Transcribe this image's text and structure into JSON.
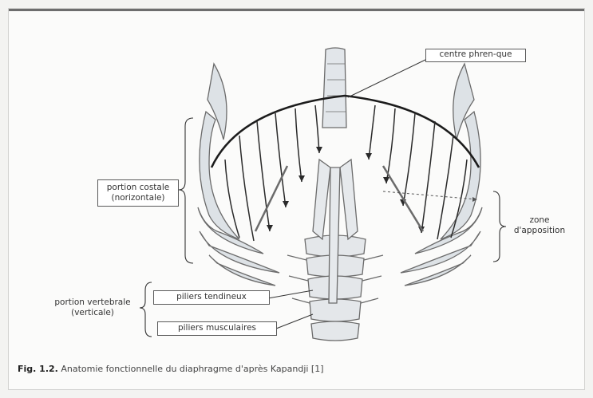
{
  "labels": {
    "centre_phrenique": "centre phren-que",
    "portion_costale": "portion costale\n(norizontale)",
    "zone_apposition": "zone\nd'apposition",
    "portion_vertebrale": "portion vertebrale\n(verticale)",
    "piliers_tendineux": "piliers tendineux",
    "piliers_musculaires": "piliers musculaires"
  },
  "caption": {
    "fig_number": "Fig. 1.2.",
    "text": "Anatomie fonctionnelle du diaphragme  d'après Kapandji [1]"
  },
  "colors": {
    "background": "#fbfbfa",
    "ink": "#333333",
    "rib_fill": "#d9dee3",
    "rib_stroke": "#6b6b6b"
  }
}
